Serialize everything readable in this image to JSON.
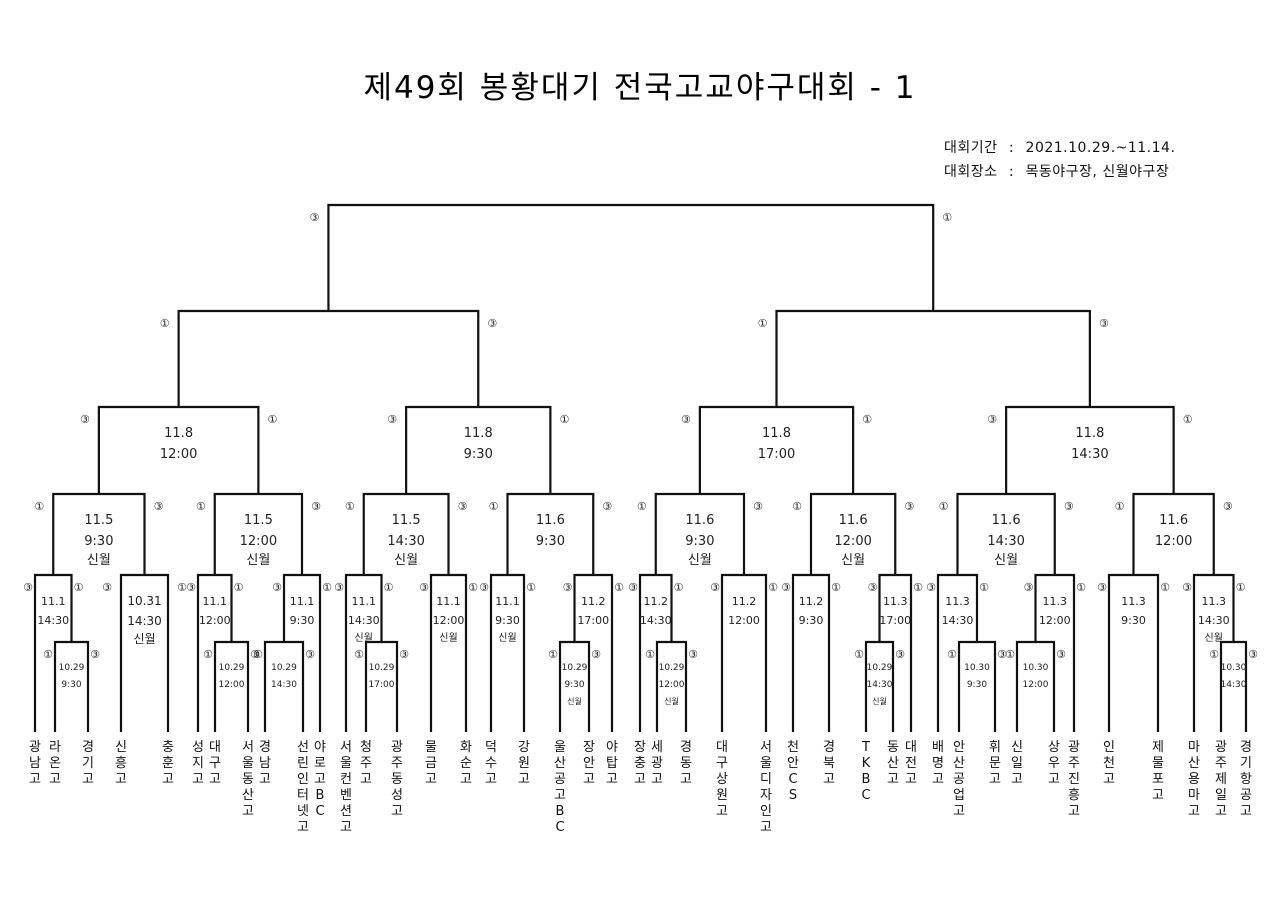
{
  "title": "제49회 봉황대기 전국고교야구대회 - 1",
  "info": {
    "period_label": "대회기간",
    "period_value": "2021.10.29.~11.14.",
    "venue_label": "대회장소",
    "venue_value": "목동야구장, 신월야구장",
    "separator": ":"
  },
  "teams": [
    "광남고",
    "라온고",
    "경기고",
    "신흥고",
    "충훈고",
    "성지고",
    "대구고",
    "서울동산고",
    "경남고",
    "선린인터넷고",
    "야로고BC",
    "서울컨벤션고",
    "청주고",
    "광주동성고",
    "물금고",
    "화순고",
    "덕수고",
    "강원고",
    "울산공고BC",
    "장안고",
    "야탑고",
    "장충고",
    "세광고",
    "경동고",
    "대구상원고",
    "서울디자인고",
    "천안CS",
    "경북고",
    "TKBC",
    "동산고",
    "대전고",
    "배명고",
    "안산공업고",
    "휘문고",
    "신일고",
    "상우고",
    "광주진흥고",
    "인천고",
    "제물포고",
    "마산용마고",
    "광주제일고",
    "경기항공고"
  ],
  "matches": [
    {
      "date": "10.29",
      "time": "9:30",
      "venue": ""
    },
    {
      "date": "11.1",
      "time": "14:30",
      "venue": ""
    },
    {
      "date": "10.31",
      "time": "14:30",
      "venue": "신월"
    },
    {
      "date": "10.29",
      "time": "12:00",
      "venue": ""
    },
    {
      "date": "11.1",
      "time": "12:00",
      "venue": ""
    },
    {
      "date": "10.29",
      "time": "14:30",
      "venue": ""
    },
    {
      "date": "11.1",
      "time": "9:30",
      "venue": ""
    },
    {
      "date": "10.29",
      "time": "17:00",
      "venue": ""
    },
    {
      "date": "11.1",
      "time": "14:30",
      "venue": "신월"
    },
    {
      "date": "11.1",
      "time": "12:00",
      "venue": "신월"
    },
    {
      "date": "11.1",
      "time": "9:30",
      "venue": "신월"
    },
    {
      "date": "10.29",
      "time": "9:30",
      "venue": "신월"
    },
    {
      "date": "11.2",
      "time": "17:00",
      "venue": ""
    },
    {
      "date": "10.29",
      "time": "12:00",
      "venue": "신월"
    },
    {
      "date": "11.2",
      "time": "14:30",
      "venue": ""
    },
    {
      "date": "11.2",
      "time": "12:00",
      "venue": ""
    },
    {
      "date": "11.2",
      "time": "9:30",
      "venue": ""
    },
    {
      "date": "10.29",
      "time": "14:30",
      "venue": "신월"
    },
    {
      "date": "11.3",
      "time": "17:00",
      "venue": ""
    },
    {
      "date": "10.30",
      "time": "9:30",
      "venue": ""
    },
    {
      "date": "11.3",
      "time": "14:30",
      "venue": ""
    },
    {
      "date": "10.30",
      "time": "12:00",
      "venue": ""
    },
    {
      "date": "11.3",
      "time": "12:00",
      "venue": ""
    },
    {
      "date": "11.3",
      "time": "9:30",
      "venue": ""
    },
    {
      "date": "10.30",
      "time": "14:30",
      "venue": ""
    },
    {
      "date": "11.3",
      "time": "14:30",
      "venue": "신월"
    },
    {
      "date": "11.5",
      "time": "9:30",
      "venue": "신월"
    },
    {
      "date": "11.5",
      "time": "12:00",
      "venue": "신월"
    },
    {
      "date": "11.5",
      "time": "14:30",
      "venue": "신월"
    },
    {
      "date": "11.6",
      "time": "9:30",
      "venue": ""
    },
    {
      "date": "11.6",
      "time": "9:30",
      "venue": "신월"
    },
    {
      "date": "11.6",
      "time": "12:00",
      "venue": "신월"
    },
    {
      "date": "11.6",
      "time": "14:30",
      "venue": "신월"
    },
    {
      "date": "11.6",
      "time": "12:00",
      "venue": ""
    },
    {
      "date": "11.8",
      "time": "12:00",
      "venue": ""
    },
    {
      "date": "11.8",
      "time": "9:30",
      "venue": ""
    },
    {
      "date": "11.8",
      "time": "17:00",
      "venue": ""
    },
    {
      "date": "11.8",
      "time": "14:30",
      "venue": ""
    },
    {
      "date": "",
      "time": "",
      "venue": ""
    },
    {
      "date": "",
      "time": "",
      "venue": ""
    },
    {
      "date": "",
      "time": "",
      "venue": ""
    }
  ],
  "base_markers": {
    "first_base": "①",
    "third_base": "③"
  }
}
